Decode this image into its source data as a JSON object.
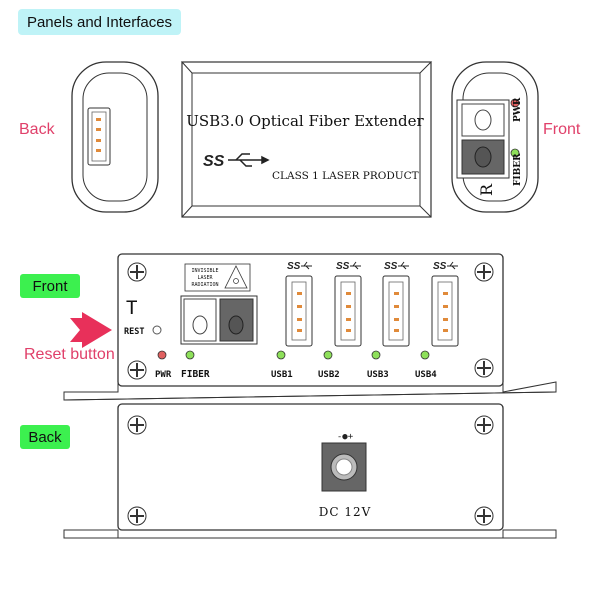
{
  "title": "Panels and Interfaces",
  "overview": {
    "back_label": "Back",
    "front_label": "Front",
    "product_name": "USB3.0 Optical Fiber Extender",
    "usb_logo": "SS",
    "laser_class": "CLASS 1 LASER PRODUCT",
    "pwr": "PWR",
    "fiber": "FIBER",
    "r_mark": "R"
  },
  "front_panel": {
    "section_label": "Front",
    "t_mark": "T",
    "reset_label": "REST",
    "reset_callout": "Reset button",
    "warning_lines": [
      "INVISIBLE",
      "LASER",
      "RADIATION"
    ],
    "pwr": "PWR",
    "fiber": "FIBER",
    "usb_ports": [
      "USB1",
      "USB2",
      "USB3",
      "USB4"
    ],
    "usb_logo": "SS"
  },
  "back_panel": {
    "section_label": "Back",
    "dc_label": "DC 12V",
    "polarity": "-●+"
  },
  "colors": {
    "title_bg": "#bff3f7",
    "section_bg": "#3cf04f",
    "label_text": "#e0406a",
    "arrow": "#e8305a",
    "led_red": "#e06060",
    "led_green": "#8ee05a",
    "usb_pin": "#e08a3a"
  }
}
